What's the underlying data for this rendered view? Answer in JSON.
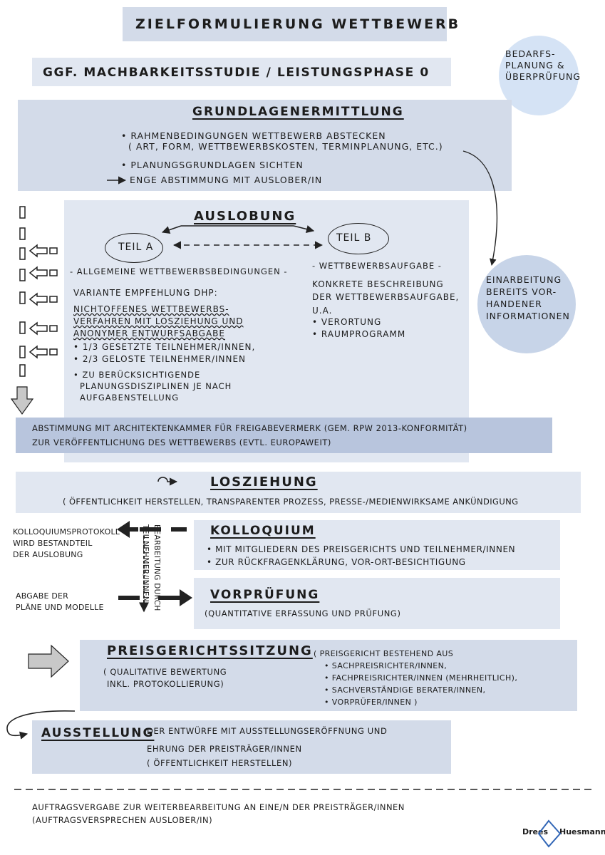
{
  "title": "ZIELFORMULIERUNG WETTBEWERB",
  "subtitle": "GGF. MACHBARKEITSSTUDIE / LEISTUNGSPHASE 0",
  "bedarf": [
    "BEDARFS-",
    "PLANUNG &",
    "ÜBERPRÜFUNG"
  ],
  "grundlagen": {
    "heading": "GRUNDLAGENERMITTLUNG",
    "line1": "• RAHMENBEDINGUNGEN WETTBEWERB ABSTECKEN",
    "line2": "( ART, FORM, WETTBEWERBSKOSTEN, TERMINPLANUNG, ETC.)",
    "line3": "• PLANUNGSGRUNDLAGEN SICHTEN",
    "line4": "ENGE ABSTIMMUNG MIT AUSLOBER/IN"
  },
  "auslobung": {
    "heading": "AUSLOBUNG",
    "teil_a": "TEIL A",
    "teil_b": "TEIL B",
    "a_sub": "- ALLGEMEINE WETTBEWERBSBEDINGUNGEN -",
    "b_sub": "- WETTBEWERBSAUFGABE -",
    "a_lines": [
      "VARIANTE EMPFEHLUNG DHP:",
      "NICHTOFFENES WETTBEWERBS-",
      "VERFAHREN MIT LOSZIEHUNG UND",
      "ANONYMER ENTWURFSABGABE",
      "• 1/3 GESETZTE TEILNEHMER/INNEN,",
      "• 2/3 GELOSTE TEILNEHMER/INNEN",
      "• ZU BERÜCKSICHTIGENDE",
      "PLANUNGSDISZIPLINEN JE NACH",
      "AUFGABENSTELLUNG"
    ],
    "b_lines": [
      "KONKRETE BESCHREIBUNG",
      "DER WETTBEWERBSAUFGABE,",
      "U.A.",
      "• VERORTUNG",
      "• RAUMPROGRAMM"
    ]
  },
  "einarbeitung": [
    "EINARBEITUNG",
    "BEREITS VOR-",
    "HANDENER",
    "INFORMATIONEN"
  ],
  "abstimmung": {
    "line1": "ABSTIMMUNG MIT ARCHITEKTENKAMMER FÜR FREIGABEVERMERK (GEM. RPW 2013-KONFORMITÄT)",
    "line2": "ZUR VERÖFFENTLICHUNG DES WETTBEWERBS (EVTL. EUROPAWEIT)"
  },
  "losziehung": {
    "heading": "LOSZIEHUNG",
    "line1": "( ÖFFENTLICHKEIT HERSTELLEN, TRANSPARENTER PROZESS, PRESSE-/MEDIENWIRKSAME ANKÜNDIGUNG"
  },
  "kolloquium": {
    "heading": "KOLLOQUIUM",
    "line1": "• MIT MITGLIEDERN DES PREISGERICHTS UND TEILNEHMER/INNEN",
    "line2": "• ZUR RÜCKFRAGENKLÄRUNG, VOR-ORT-BESICHTIGUNG"
  },
  "protokoll": [
    "KOLLOQUIUMSPROTOKOLL",
    "WIRD BESTANDTEIL",
    "DER AUSLOBUNG"
  ],
  "bearbeitung": [
    "BEARBEITUNG DURCH",
    "TEILNEHMER/INNEN"
  ],
  "abgabe": [
    "ABGABE DER",
    "PLÄNE UND MODELLE"
  ],
  "vorpruefung": {
    "heading": "VORPRÜFUNG",
    "line1": "(QUANTITATIVE ERFASSUNG UND PRÜFUNG)"
  },
  "preisgericht": {
    "heading": "PREISGERICHTSSITZUNG",
    "sub1": "( QUALITATIVE BEWERTUNG",
    "sub2": "INKL. PROTOKOLLIERUNG)",
    "r_lines": [
      "( PREISGERICHT BESTEHEND AUS",
      "• SACHPREISRICHTER/INNEN,",
      "• FACHPREISRICHTER/INNEN (MEHRHEITLICH),",
      "• SACHVERSTÄNDIGE BERATER/INNEN,",
      "• VORPRÜFER/INNEN )"
    ]
  },
  "ausstellung": {
    "heading": "AUSSTELLUNG",
    "line1": "DER ENTWÜRFE MIT AUSSTELLUNGSERÖFFNUNG UND",
    "line2": "EHRUNG DER PREISTRÄGER/INNEN",
    "line3": "( ÖFFENTLICHKEIT HERSTELLEN)"
  },
  "footer": {
    "line1": "AUFTRAGSVERGABE ZUR WEITERBEARBEITUNG AN EINE/N DER PREISTRÄGER/INNEN",
    "line2": "(AUFTRAGSVERSPRECHEN AUSLOBER/IN)"
  },
  "logo": {
    "left": "Drees",
    "right": "Huesmann"
  },
  "colors": {
    "light": "#e1e7f1",
    "mid": "#d3dbe9",
    "dark": "#b8c5dd",
    "circle": "#c7d4e8"
  }
}
